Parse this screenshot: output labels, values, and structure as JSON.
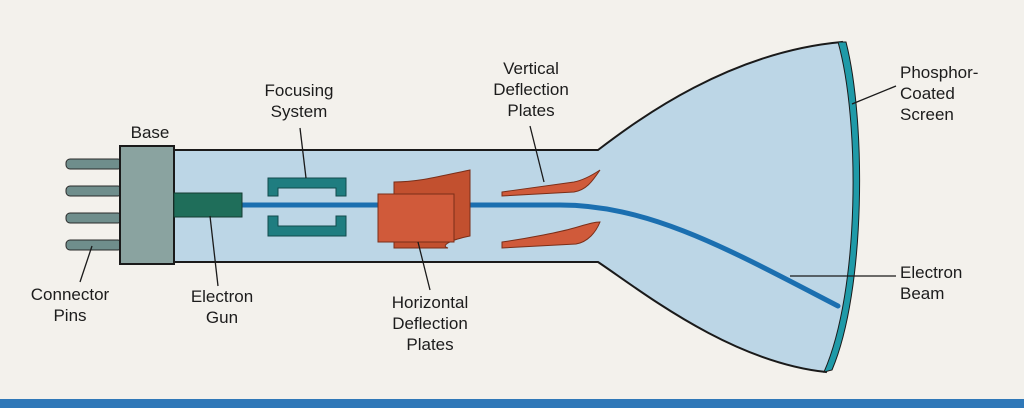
{
  "labels": {
    "base": "Base",
    "focusing_system": [
      "Focusing",
      "System"
    ],
    "vertical_deflection_plates": [
      "Vertical",
      "Deflection",
      "Plates"
    ],
    "phosphor_coated_screen": [
      "Phosphor-",
      "Coated",
      "Screen"
    ],
    "connector_pins": [
      "Connector",
      "Pins"
    ],
    "electron_gun": [
      "Electron",
      "Gun"
    ],
    "horizontal_deflection_plates": [
      "Horizontal",
      "Deflection",
      "Plates"
    ],
    "electron_beam": [
      "Electron",
      "Beam"
    ]
  },
  "colors": {
    "tube_glass": "#bcd6e6",
    "tube_outline": "#1a1a1a",
    "screen": "#1f9aa8",
    "beam": "#1b6fb0",
    "gun": "#1f6e5a",
    "base": "#8aa3a0",
    "pins": "#6f8e8c",
    "focusing": "#1f7d80",
    "plates": "#d05a3a",
    "page": "#f3f1ec"
  }
}
